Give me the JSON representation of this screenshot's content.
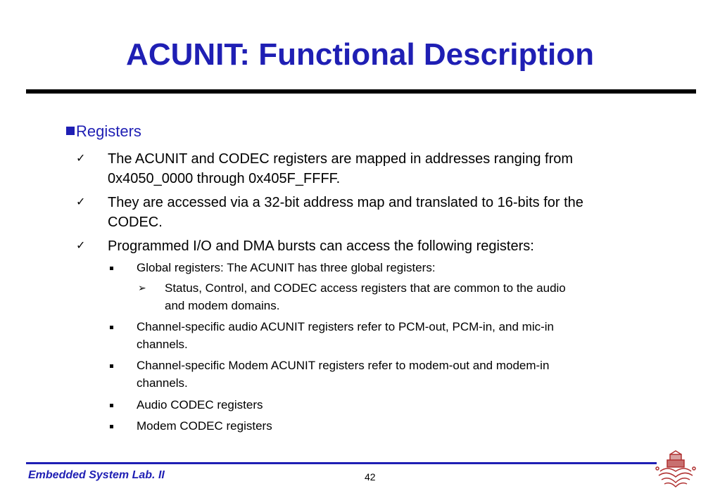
{
  "slide": {
    "title": "ACUNIT: Functional Description",
    "heading": "Registers",
    "checks": [
      {
        "line1": "The ACUNIT and CODEC registers are mapped in addresses ranging from",
        "line2": "0x4050_0000 through 0x405F_FFFF."
      },
      {
        "line1": "They are accessed via a 32-bit address map and translated to 16-bits for the",
        "line2": "CODEC."
      },
      {
        "line1": "Programmed I/O and DMA bursts can access the following registers:"
      }
    ],
    "subitems": [
      {
        "line1": "Global registers: The ACUNIT has three global registers:"
      },
      {
        "line1": "Channel-specific audio ACUNIT registers refer to PCM-out, PCM-in, and mic-in",
        "line2": "channels."
      },
      {
        "line1": "Channel-specific Modem ACUNIT registers refer to modem-out and modem-in",
        "line2": "channels."
      },
      {
        "line1": "Audio CODEC registers"
      },
      {
        "line1": "Modem CODEC registers"
      }
    ],
    "arrow_item": {
      "line1": "Status, Control, and CODEC access registers that are common to the audio",
      "line2": "and modem domains."
    },
    "check_glyph": "✓",
    "arrow_glyph": "➢"
  },
  "footer": {
    "left": "Embedded System Lab. II",
    "page": "42"
  },
  "colors": {
    "title": "#1f1fb4",
    "rule": "#000000",
    "footer_rule": "#1f1fb4",
    "logo": "#b03030"
  },
  "icons": {
    "bullet": "square-bullet-icon",
    "check": "checkmark-icon",
    "arrow": "arrow-bullet-icon",
    "logo": "university-crest-logo"
  }
}
